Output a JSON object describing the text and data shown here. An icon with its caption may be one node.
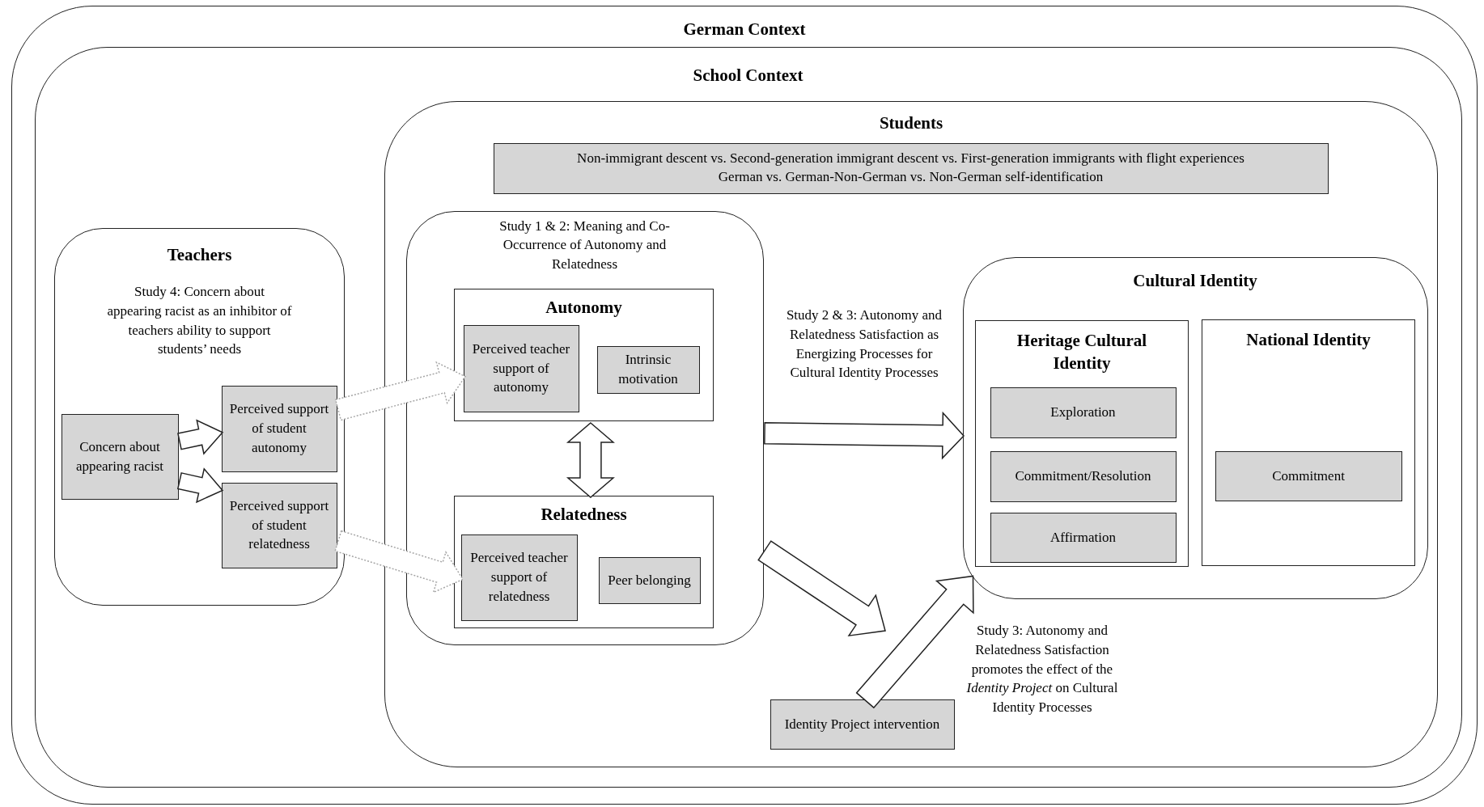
{
  "diagram": {
    "nodes": [
      {
        "text": [
          "German Context"
        ]
      },
      {
        "text": [
          "School Context"
        ],
        "in": 0
      },
      {
        "text": [
          "Students"
        ],
        "in": 1
      },
      {
        "text": [
          "Non-immigrant descent vs. Second-generation immigrant descent vs. First-generation immigrants with flight experiences",
          "German vs. German-Non-German vs. Non-German self-identification"
        ],
        "in": 2
      },
      {
        "text": [
          "Teachers",
          "Study 4: Concern about appearing racist as an inhibitor of teachers ability to support students’ needs"
        ],
        "in": 1
      },
      {
        "text": [
          "Concern about appearing racist"
        ],
        "in": 4
      },
      {
        "text": [
          "Perceived support of student autonomy"
        ],
        "in": 4
      },
      {
        "text": [
          "Perceived support of student relatedness"
        ],
        "in": 4
      },
      {
        "text": [
          "Study 1 & 2: Meaning and Co-Occurrence of Autonomy and Relatedness"
        ],
        "in": 2
      },
      {
        "text": [
          "Autonomy"
        ],
        "in": 8
      },
      {
        "text": [
          "Perceived teacher support of autonomy"
        ],
        "in": 9
      },
      {
        "text": [
          "Intrinsic motivation"
        ],
        "in": 9
      },
      {
        "text": [
          "Relatedness"
        ],
        "in": 8
      },
      {
        "text": [
          "Perceived teacher support of relatedness"
        ],
        "in": 12
      },
      {
        "text": [
          "Peer belonging"
        ],
        "in": 12
      },
      {
        "text": [
          "Cultural Identity"
        ],
        "in": 2
      },
      {
        "text": [
          "Heritage Cultural Identity"
        ],
        "in": 15
      },
      {
        "text": [
          "Exploration"
        ],
        "in": 16
      },
      {
        "text": [
          "Commitment/Resolution"
        ],
        "in": 16
      },
      {
        "text": [
          "Affirmation"
        ],
        "in": 16
      },
      {
        "text": [
          "National Identity"
        ],
        "in": 15
      },
      {
        "text": [
          "Commitment"
        ],
        "in": 20
      },
      {
        "text": [
          "Identity Project intervention"
        ],
        "in": 2
      }
    ],
    "edges": [
      {
        "from": 5,
        "to": 6,
        "arrow": "to"
      },
      {
        "from": 5,
        "to": 7,
        "arrow": "to"
      },
      {
        "from": 6,
        "to": 10,
        "arrow": "to",
        "style": "dashed",
        "color": "#a6a6a6"
      },
      {
        "from": 7,
        "to": 13,
        "arrow": "to",
        "style": "dashed",
        "color": "#a6a6a6"
      },
      {
        "from": 9,
        "to": 12,
        "arrow": "both"
      },
      {
        "from": 8,
        "to": 15,
        "arrow": "to",
        "label": "Study 2 & 3: Autonomy and Relatedness Satisfaction as Energizing Processes for Cultural Identity Processes"
      },
      {
        "from": 8,
        "to": null,
        "arrow": "to"
      },
      {
        "from": 22,
        "to": 15,
        "arrow": "to",
        "label": "Study 3: Autonomy and Relatedness Satisfaction promotes the effect of the *Identity Project* on Cultural Identity Processes"
      }
    ]
  }
}
